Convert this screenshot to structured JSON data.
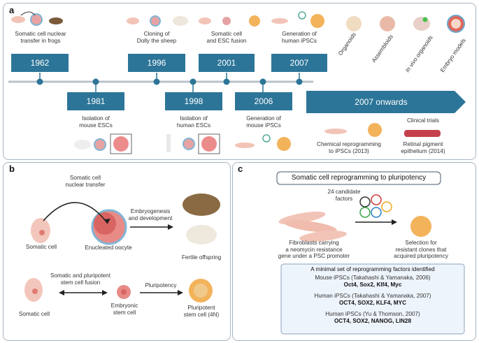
{
  "panel_a": {
    "label": "a",
    "top_events": [
      {
        "year": "1962",
        "line1": "Somatic cell nuclear",
        "line2": "transfer in frogs"
      },
      {
        "year": "1996",
        "line1": "Cloning of",
        "line2": "Dolly the sheep"
      },
      {
        "year": "2001",
        "line1": "Somatic cell",
        "line2": "and ESC fusion"
      },
      {
        "year": "2007",
        "line1": "Generation of",
        "line2": "human iPSCs"
      }
    ],
    "bottom_events": [
      {
        "year": "1981",
        "line1": "Isolation of",
        "line2": "mouse ESCs"
      },
      {
        "year": "1998",
        "line1": "Isolation of",
        "line2": "human ESCs"
      },
      {
        "year": "2006",
        "line1": "Generation of",
        "line2": "mouse iPSCs"
      }
    ],
    "onwards": "2007 onwards",
    "models": [
      "Organoids",
      "Assembloids",
      "In vivo organoids",
      "Embryo models"
    ],
    "chemical": {
      "line1": "Chemical reprogramming",
      "line2": "to iPSCs (2013)"
    },
    "clinical": {
      "title": "Clinical trials",
      "line1": "Retinal pigment",
      "line2": "epithelium (2014)"
    }
  },
  "panel_b": {
    "label": "b",
    "scnt_line1": "Somatic cell",
    "scnt_line2": "nuclear transfer",
    "somatic_cell": "Somatic cell",
    "enucleated_oocyte": "Enucleated oocyte",
    "embryogenesis_line1": "Embryogenesis",
    "embryogenesis_line2": "and development",
    "fertile_offspring": "Fertile offspring",
    "fusion_line1": "Somatic and pluripotent",
    "fusion_line2": "stem cell fusion",
    "somatic_cell_2": "Somatic cell",
    "embryonic_line1": "Embryonic",
    "embryonic_line2": "stem cell",
    "pluripotency": "Pluripotency",
    "pluripotent_line1": "Pluripotent",
    "pluripotent_line2": "stem cell (4N)"
  },
  "panel_c": {
    "label": "c",
    "title": "Somatic cell reprogramming to pluripotency",
    "candidate_line1": "24 candidate",
    "candidate_line2": "factors",
    "fibro_line1": "Fibroblasts carrying",
    "fibro_line2": "a neomycin resistance",
    "fibro_line3": "gene under a PSC promoter",
    "selection_line1": "Selection for",
    "selection_line2": "resistant clones that",
    "selection_line3": "acquired pluripotency",
    "minimal_title": "A minimal set of reprogramming factors identified",
    "entries": [
      {
        "source": "Mouse iPSCs (Takahashi & Yamanaka, 2006)",
        "factors": "Oct4, Sox2, Klf4, Myc"
      },
      {
        "source": "Human iPSCs (Takahashi & Yamanaka, 2007)",
        "factors": "OCT4, SOX2, KLF4, MYC"
      },
      {
        "source": "Human iPSCs (Yu & Thomson, 2007)",
        "factors": "OCT4, SOX2, NANOG, LIN28"
      }
    ]
  },
  "colors": {
    "timeline_blue": "#2d7598",
    "cell_pink": "#e7a3a3",
    "nucleus_red": "#d9645f",
    "ipsc_orange": "#f3b35b"
  }
}
